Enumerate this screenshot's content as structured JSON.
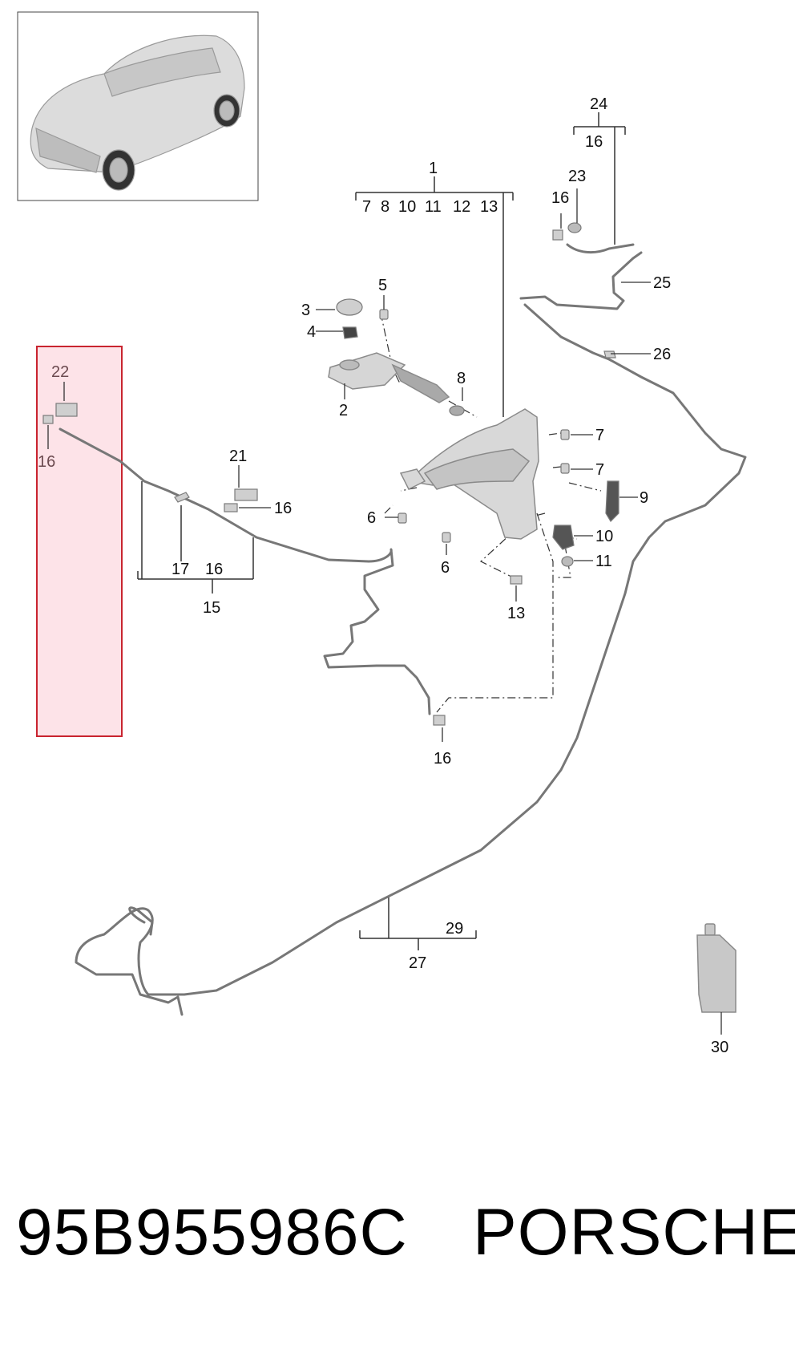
{
  "diagram": {
    "callouts": {
      "c1": "1",
      "c2": "2",
      "c3": "3",
      "c4": "4",
      "c5": "5",
      "c6a": "6",
      "c6b": "6",
      "c7a": "7",
      "c7b": "7",
      "c8": "8",
      "c9": "9",
      "c10": "10",
      "c11": "11",
      "c13": "13",
      "c15": "15",
      "c16a": "16",
      "c16b": "16",
      "c16c": "16",
      "c16d": "16",
      "c16e": "16",
      "c17": "17",
      "c16f": "16",
      "c21": "21",
      "c22": "22",
      "c23": "23",
      "c24": "24",
      "c25": "25",
      "c26": "26",
      "c27": "27",
      "c29": "29",
      "c30": "30"
    },
    "group1_items": [
      "7",
      "8",
      "10",
      "11",
      "12",
      "13"
    ]
  },
  "footer": {
    "part_number": "95B955986C",
    "brand": "PORSCHE"
  },
  "colors": {
    "highlight_fill": "#fde3e8",
    "highlight_border": "#c9242f",
    "line": "#555555"
  }
}
